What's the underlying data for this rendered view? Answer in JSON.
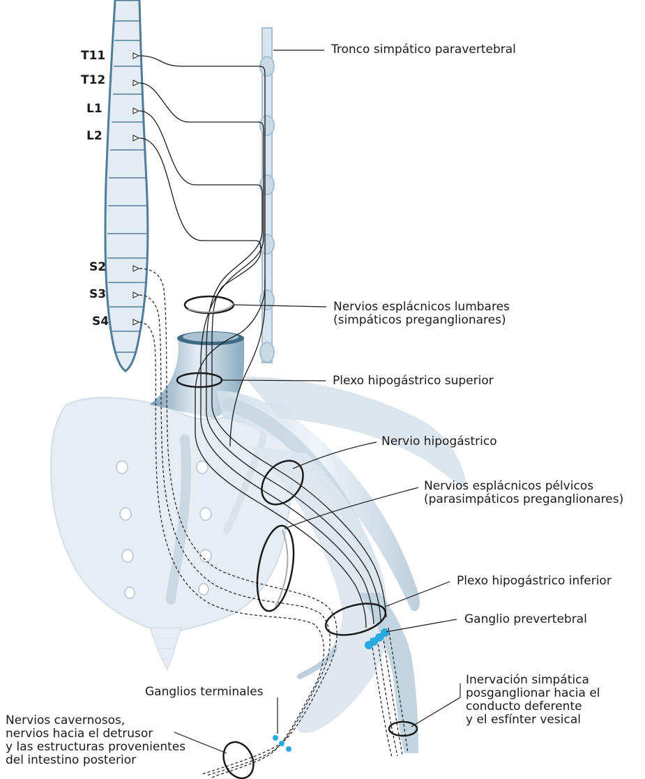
{
  "segments": {
    "t11": "T11",
    "t12": "T12",
    "l1": "L1",
    "l2": "L2",
    "s2": "S2",
    "s3": "S3",
    "s4": "S4"
  },
  "labels": {
    "tronco": "Tronco simpático paravertebral",
    "lumbares_1": "Nervios esplácnicos lumbares",
    "lumbares_2": "(simpáticos preganglionares)",
    "plexo_sup": "Plexo hipogástrico superior",
    "hipogastrico": "Nervio hipogástrico",
    "pelvicos_1": "Nervios esplácnicos pélvicos",
    "pelvicos_2": "(parasimpáticos preganglionares)",
    "plexo_inf": "Plexo hipogástrico inferior",
    "ganglio_prev": "Ganglio prevertebral",
    "ganglios_term": "Ganglios terminales",
    "inervacion_1": "Inervación simpática",
    "inervacion_2": "posganglionar hacia el",
    "inervacion_3": "conducto deferente",
    "inervacion_4": "y el esfínter vesical",
    "cavernosos_1": "Nervios cavernosos,",
    "cavernosos_2": "nervios hacia el detrusor",
    "cavernosos_3": "y las estructuras provenientes",
    "cavernosos_4": "del intestino posterior"
  },
  "colors": {
    "anatomy_fill": "#dfe9f1",
    "anatomy_dark": "#4f7c98",
    "nerve": "#1a1a1a",
    "ganglion": "#29a9e1"
  }
}
